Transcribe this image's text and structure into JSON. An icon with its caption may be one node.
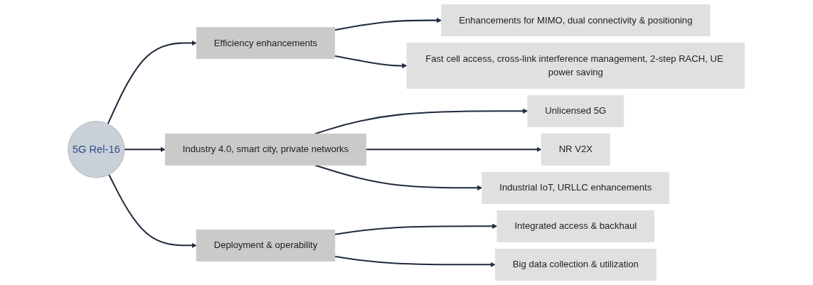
{
  "diagram": {
    "nodes": [
      {
        "text": [
          "5G Rel-16"
        ]
      },
      {
        "text": [
          "Efficiency enhancements"
        ]
      },
      {
        "text": [
          "Enhancements for MIMO, dual connectivity & positioning"
        ]
      },
      {
        "text": [
          "Fast cell access, cross-link interference management, 2-step RACH, UE power saving"
        ]
      },
      {
        "text": [
          "Industry 4.0, smart city, private networks"
        ]
      },
      {
        "text": [
          "Unlicensed 5G"
        ]
      },
      {
        "text": [
          "NR V2X"
        ]
      },
      {
        "text": [
          "Industrial IoT, URLLC enhancements"
        ]
      },
      {
        "text": [
          "Deployment & operability"
        ]
      },
      {
        "text": [
          "Integrated access & backhaul"
        ]
      },
      {
        "text": [
          "Big data collection & utilization"
        ]
      }
    ],
    "edges": [
      {
        "from": 0,
        "to": 1,
        "arrow": "to"
      },
      {
        "from": 0,
        "to": 4,
        "arrow": "to"
      },
      {
        "from": 0,
        "to": 8,
        "arrow": "to"
      },
      {
        "from": 1,
        "to": 2,
        "arrow": "to"
      },
      {
        "from": 1,
        "to": 3,
        "arrow": "to"
      },
      {
        "from": 4,
        "to": 5,
        "arrow": "to"
      },
      {
        "from": 4,
        "to": 6,
        "arrow": "to"
      },
      {
        "from": 4,
        "to": 7,
        "arrow": "to"
      },
      {
        "from": 8,
        "to": 9,
        "arrow": "to"
      },
      {
        "from": 8,
        "to": 10,
        "arrow": "to"
      }
    ]
  }
}
